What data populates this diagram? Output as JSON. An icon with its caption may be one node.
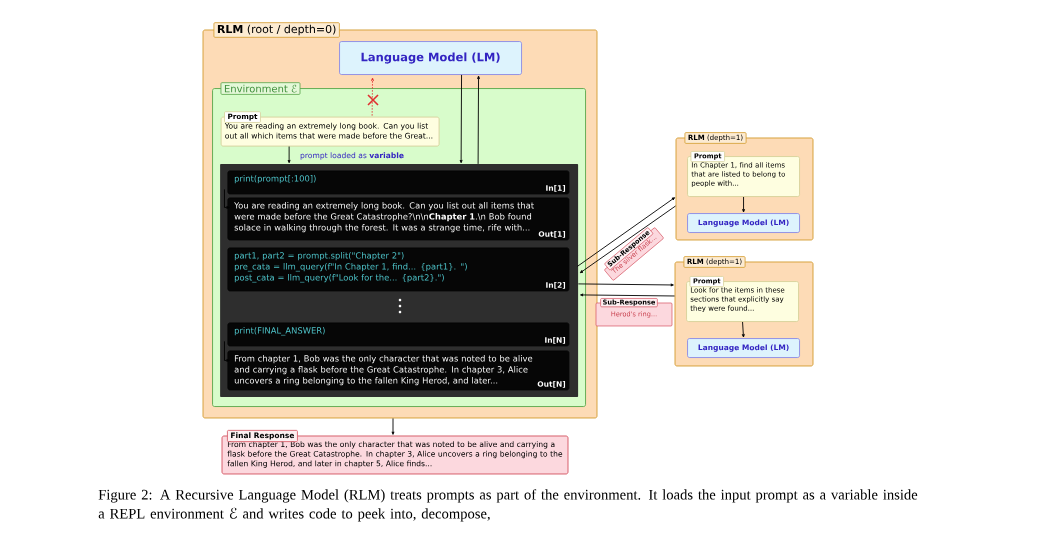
{
  "diagram": {
    "caption": "Figure 2: A Recursive Language Model (RLM) treats prompts as part of the environment. It loads the input prompt as a variable inside a REPL environment ℰ and writes code to peek into, decompose,",
    "nodes": [
      {
        "text": [
          "**RLM** (root / depth=0)"
        ]
      },
      {
        "text": [
          "Language Model (LM)"
        ],
        "in": 0
      },
      {
        "text": [
          "Environment ℰ"
        ],
        "in": 0
      },
      {
        "text": [
          "Prompt",
          "You are reading an extremely long book. Can you list out all which items that were made before the Great..."
        ],
        "in": 2
      },
      {
        "text": [],
        "shape": "box",
        "in": 2
      },
      {
        "text": [
          "print(prompt[:100])",
          "In[1]"
        ],
        "in": 4
      },
      {
        "text": [
          "You are reading an extremely long book. Can you list out all items that were made before the Great Catastrophe?\\n\\n**Chapter 1**.\\n Bob found solace in walking through the forest. It was a strange time, rife with...",
          "Out[1]"
        ],
        "in": 4
      },
      {
        "text": [
          "part1, part2 = prompt.split(\"Chapter 2\")",
          "pre_cata = llm_query(f\"In Chapter 1, find... {part1}. \")",
          "post_cata = llm_query(f\"Look for the... {part2}.\")",
          "In[2]"
        ],
        "in": 4
      },
      {
        "text": [
          "print(FINAL_ANSWER)",
          "In[N]"
        ],
        "in": 4
      },
      {
        "text": [
          "From chapter 1, Bob was the only character that was noted to be alive and carrying a flask before the Great Catastrophe. In chapter 3, Alice uncovers a ring belonging to the fallen King Herod, and later...",
          "Out[N]"
        ],
        "in": 4
      },
      {
        "text": [
          "Final Response",
          "From chapter 1, Bob was the only character that was noted to be alive and carrying a flask before the Great Catastrophe. In chapter 3, Alice uncovers a ring belonging to the fallen King Herod, and later in chapter 5, Alice finds..."
        ]
      },
      {
        "text": [
          "**RLM** (depth=1)"
        ]
      },
      {
        "text": [
          "Prompt",
          "In Chapter 1, find all items that are listed to belong to people with..."
        ],
        "in": 11
      },
      {
        "text": [
          "Language Model (LM)"
        ],
        "in": 11
      },
      {
        "text": [
          "**RLM** (depth=1)"
        ]
      },
      {
        "text": [
          "Prompt",
          "Look for the items in these sections that explicitly say they were found..."
        ],
        "in": 14
      },
      {
        "text": [
          "Language Model (LM)"
        ],
        "in": 14
      },
      {
        "text": [
          "Sub-Response",
          "The silver flask..."
        ]
      },
      {
        "text": [
          "Sub-Response",
          "Herod's ring..."
        ]
      }
    ],
    "edges": [
      {
        "from": 1,
        "to": 4,
        "arrow": "to"
      },
      {
        "from": 4,
        "to": 1,
        "arrow": "to"
      },
      {
        "from": 3,
        "to": 1,
        "arrow": "to",
        "style": "dashed",
        "color": "#e03030"
      },
      {
        "from": 3,
        "to": 4,
        "arrow": "to",
        "label": "prompt loaded as **variable**"
      },
      {
        "from": 5,
        "to": 6,
        "arrow": "to"
      },
      {
        "from": 7,
        "to": 11,
        "arrow": "to"
      },
      {
        "from": 11,
        "to": 7,
        "arrow": "to"
      },
      {
        "from": 7,
        "to": 14,
        "arrow": "to"
      },
      {
        "from": 14,
        "to": 7,
        "arrow": "to"
      },
      {
        "from": 8,
        "to": 9,
        "arrow": "to"
      },
      {
        "from": 12,
        "to": 13,
        "arrow": "to"
      },
      {
        "from": 15,
        "to": 16,
        "arrow": "to"
      },
      {
        "from": 0,
        "to": 10,
        "arrow": "to"
      }
    ]
  }
}
